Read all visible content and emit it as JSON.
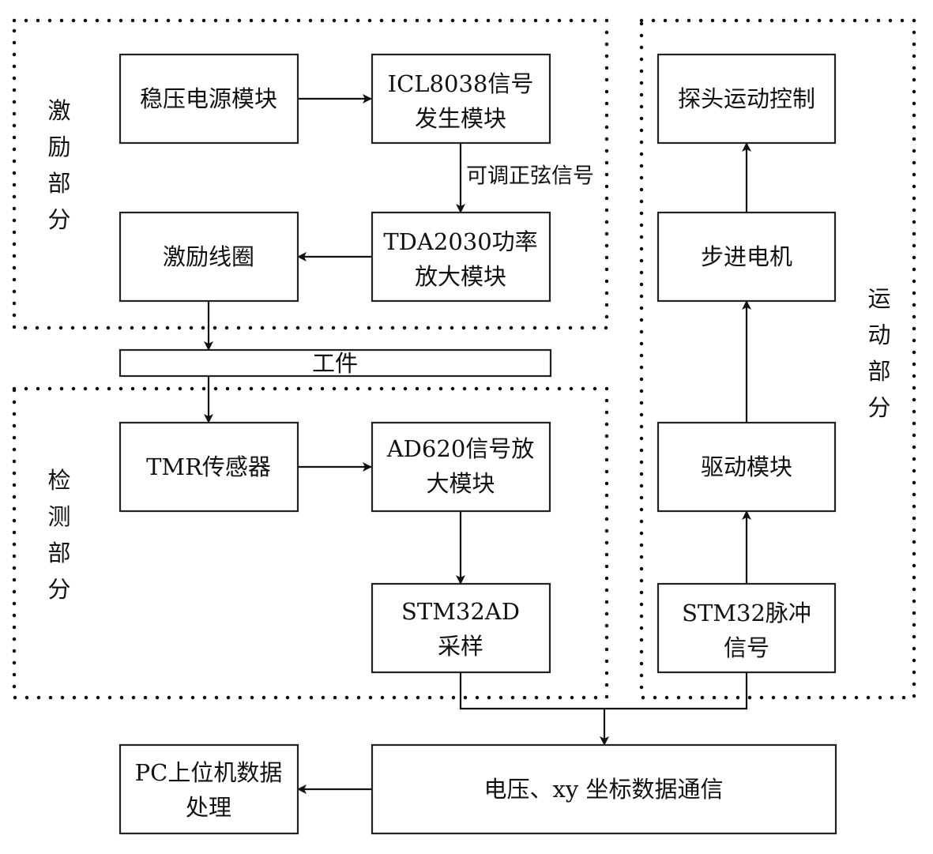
{
  "regions": {
    "excitation": {
      "label": [
        "激",
        "励",
        "部",
        "分"
      ]
    },
    "detection": {
      "label": [
        "检",
        "测",
        "部",
        "分"
      ]
    },
    "motion": {
      "label": [
        "运",
        "动",
        "部",
        "分"
      ]
    }
  },
  "blocks": {
    "regulated_power": {
      "lines": [
        "稳压电源模块"
      ]
    },
    "icl8038": {
      "lines": [
        "ICL8038信号",
        "发生模块"
      ]
    },
    "tda2030": {
      "lines": [
        "TDA2030功率",
        "放大模块"
      ]
    },
    "coil": {
      "lines": [
        "激励线圈"
      ]
    },
    "workpiece": {
      "lines": [
        "工件"
      ]
    },
    "tmr": {
      "lines": [
        "TMR传感器"
      ]
    },
    "ad620": {
      "lines": [
        "AD620信号放",
        "大模块"
      ]
    },
    "stm32_ad": {
      "lines": [
        "STM32AD",
        "采样"
      ]
    },
    "probe_control": {
      "lines": [
        "探头运动控制"
      ]
    },
    "stepper": {
      "lines": [
        "步进电机"
      ]
    },
    "driver": {
      "lines": [
        "驱动模块"
      ]
    },
    "stm32_pulse": {
      "lines": [
        "STM32脉冲",
        "信号"
      ]
    },
    "comm": {
      "lines": [
        "电压、xy 坐标数据通信"
      ]
    },
    "pc": {
      "lines": [
        "PC上位机数据",
        "处理"
      ]
    }
  },
  "edges": {
    "sine_label": "可调正弦信号"
  }
}
